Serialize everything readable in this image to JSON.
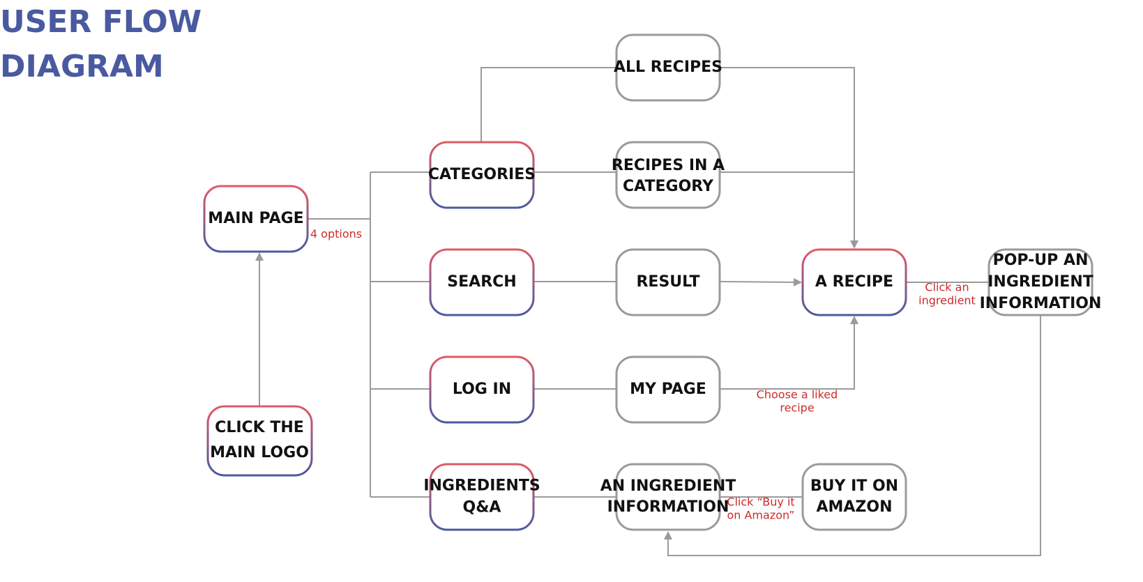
{
  "title": {
    "line1": "USER FLOW",
    "line2": "DIAGRAM"
  },
  "colors": {
    "title": "#4a5aa0",
    "grad_top": "#e05a66",
    "grad_bottom": "#4a5aa0",
    "gray": "#9a9a9a",
    "label": "#cc2b2b"
  },
  "nodes": {
    "main_page": {
      "lines": [
        "MAIN PAGE"
      ]
    },
    "click_logo": {
      "lines": [
        "CLICK THE",
        "MAIN LOGO"
      ]
    },
    "categories": {
      "lines": [
        "CATEGORIES"
      ]
    },
    "search": {
      "lines": [
        "SEARCH"
      ]
    },
    "log_in": {
      "lines": [
        "LOG IN"
      ]
    },
    "ingredients_qa": {
      "lines": [
        "INGREDIENTS",
        "Q&A"
      ]
    },
    "all_recipes": {
      "lines": [
        "ALL RECIPES"
      ]
    },
    "recipes_in_category": {
      "lines": [
        "RECIPES IN A",
        "CATEGORY"
      ]
    },
    "result": {
      "lines": [
        "RESULT"
      ]
    },
    "my_page": {
      "lines": [
        "MY PAGE"
      ]
    },
    "an_ingredient_info": {
      "lines": [
        "AN INGREDIENT",
        "INFORMATION"
      ]
    },
    "a_recipe": {
      "lines": [
        "A RECIPE"
      ]
    },
    "buy_amazon": {
      "lines": [
        "BUY IT ON",
        "AMAZON"
      ]
    },
    "popup_ingredient": {
      "lines": [
        "POP-UP AN",
        "INGREDIENT",
        "INFORMATION"
      ]
    }
  },
  "labels": {
    "four_options": {
      "lines": [
        "4 options"
      ]
    },
    "click_ingredient": {
      "lines": [
        "Click an",
        "ingredient"
      ]
    },
    "choose_liked": {
      "lines": [
        "Choose a liked",
        "recipe"
      ]
    },
    "click_buy": {
      "lines": [
        "Click “Buy it",
        "on Amazon”"
      ]
    }
  }
}
